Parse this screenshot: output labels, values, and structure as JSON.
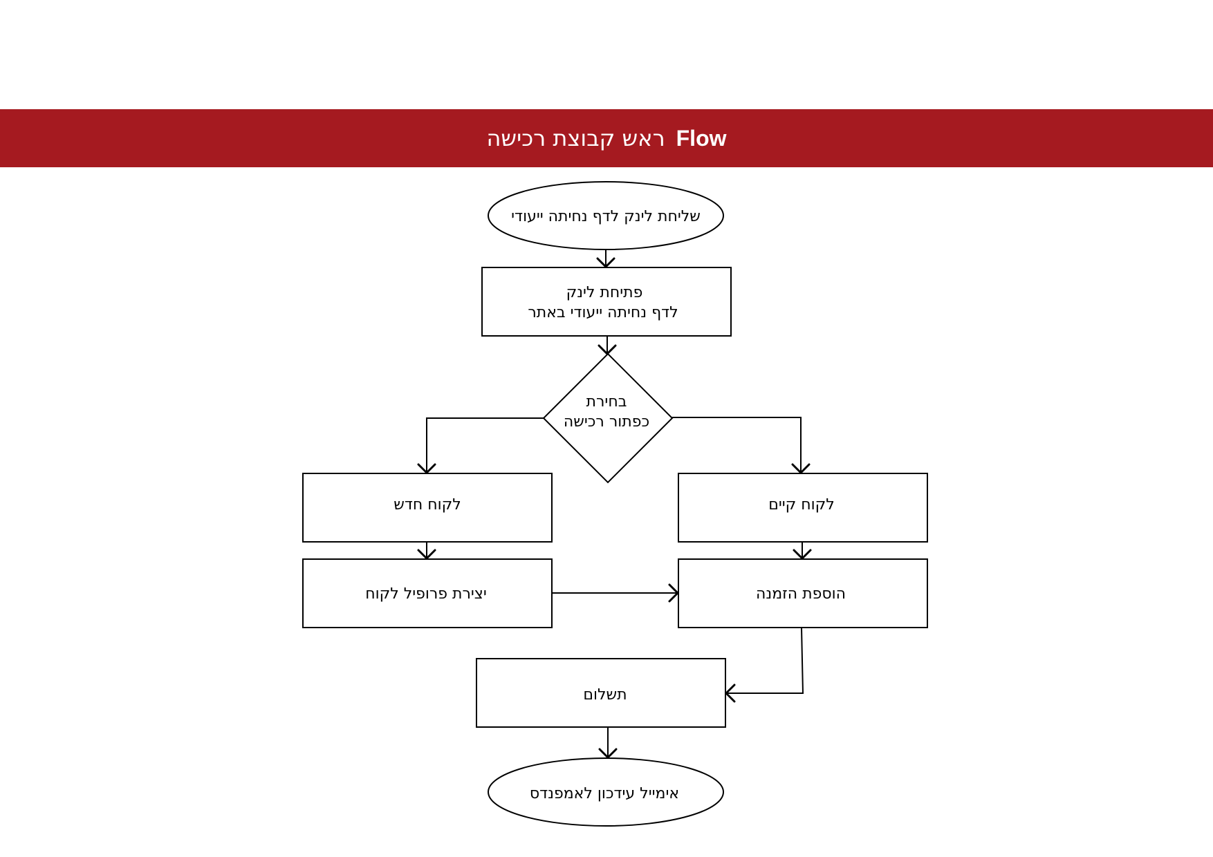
{
  "header": {
    "title_latin": "Flow",
    "title_hebrew": "ראש קבוצת רכישה",
    "background_color": "#a51a20",
    "text_color": "#ffffff"
  },
  "flowchart": {
    "nodes": {
      "start": {
        "shape": "ellipse",
        "lines": [
          "שליחת לינק לדף נחיתה ייעודי"
        ]
      },
      "open_link": {
        "shape": "rect",
        "lines": [
          "פתיחת לינק",
          "לדף נחיתה ייעודי באתר"
        ]
      },
      "decision": {
        "shape": "diamond",
        "lines": [
          "בחירת",
          "כפתור רכישה"
        ]
      },
      "new_customer": {
        "shape": "rect",
        "lines": [
          "לקוח חדש"
        ]
      },
      "existing_customer": {
        "shape": "rect",
        "lines": [
          "לקוח קיים"
        ]
      },
      "create_profile": {
        "shape": "rect",
        "lines": [
          "יצירת פרופיל לקוח"
        ]
      },
      "add_order": {
        "shape": "rect",
        "lines": [
          "הוספת הזמנה"
        ]
      },
      "payment": {
        "shape": "rect",
        "lines": [
          "תשלום"
        ]
      },
      "end": {
        "shape": "ellipse",
        "lines": [
          "אימייל עידכון לאמפנדס"
        ]
      }
    },
    "edges": [
      {
        "from": "start",
        "to": "open_link"
      },
      {
        "from": "open_link",
        "to": "decision"
      },
      {
        "from": "decision",
        "to": "new_customer"
      },
      {
        "from": "decision",
        "to": "existing_customer"
      },
      {
        "from": "new_customer",
        "to": "create_profile"
      },
      {
        "from": "existing_customer",
        "to": "add_order"
      },
      {
        "from": "create_profile",
        "to": "add_order"
      },
      {
        "from": "add_order",
        "to": "payment"
      },
      {
        "from": "payment",
        "to": "end"
      }
    ]
  }
}
